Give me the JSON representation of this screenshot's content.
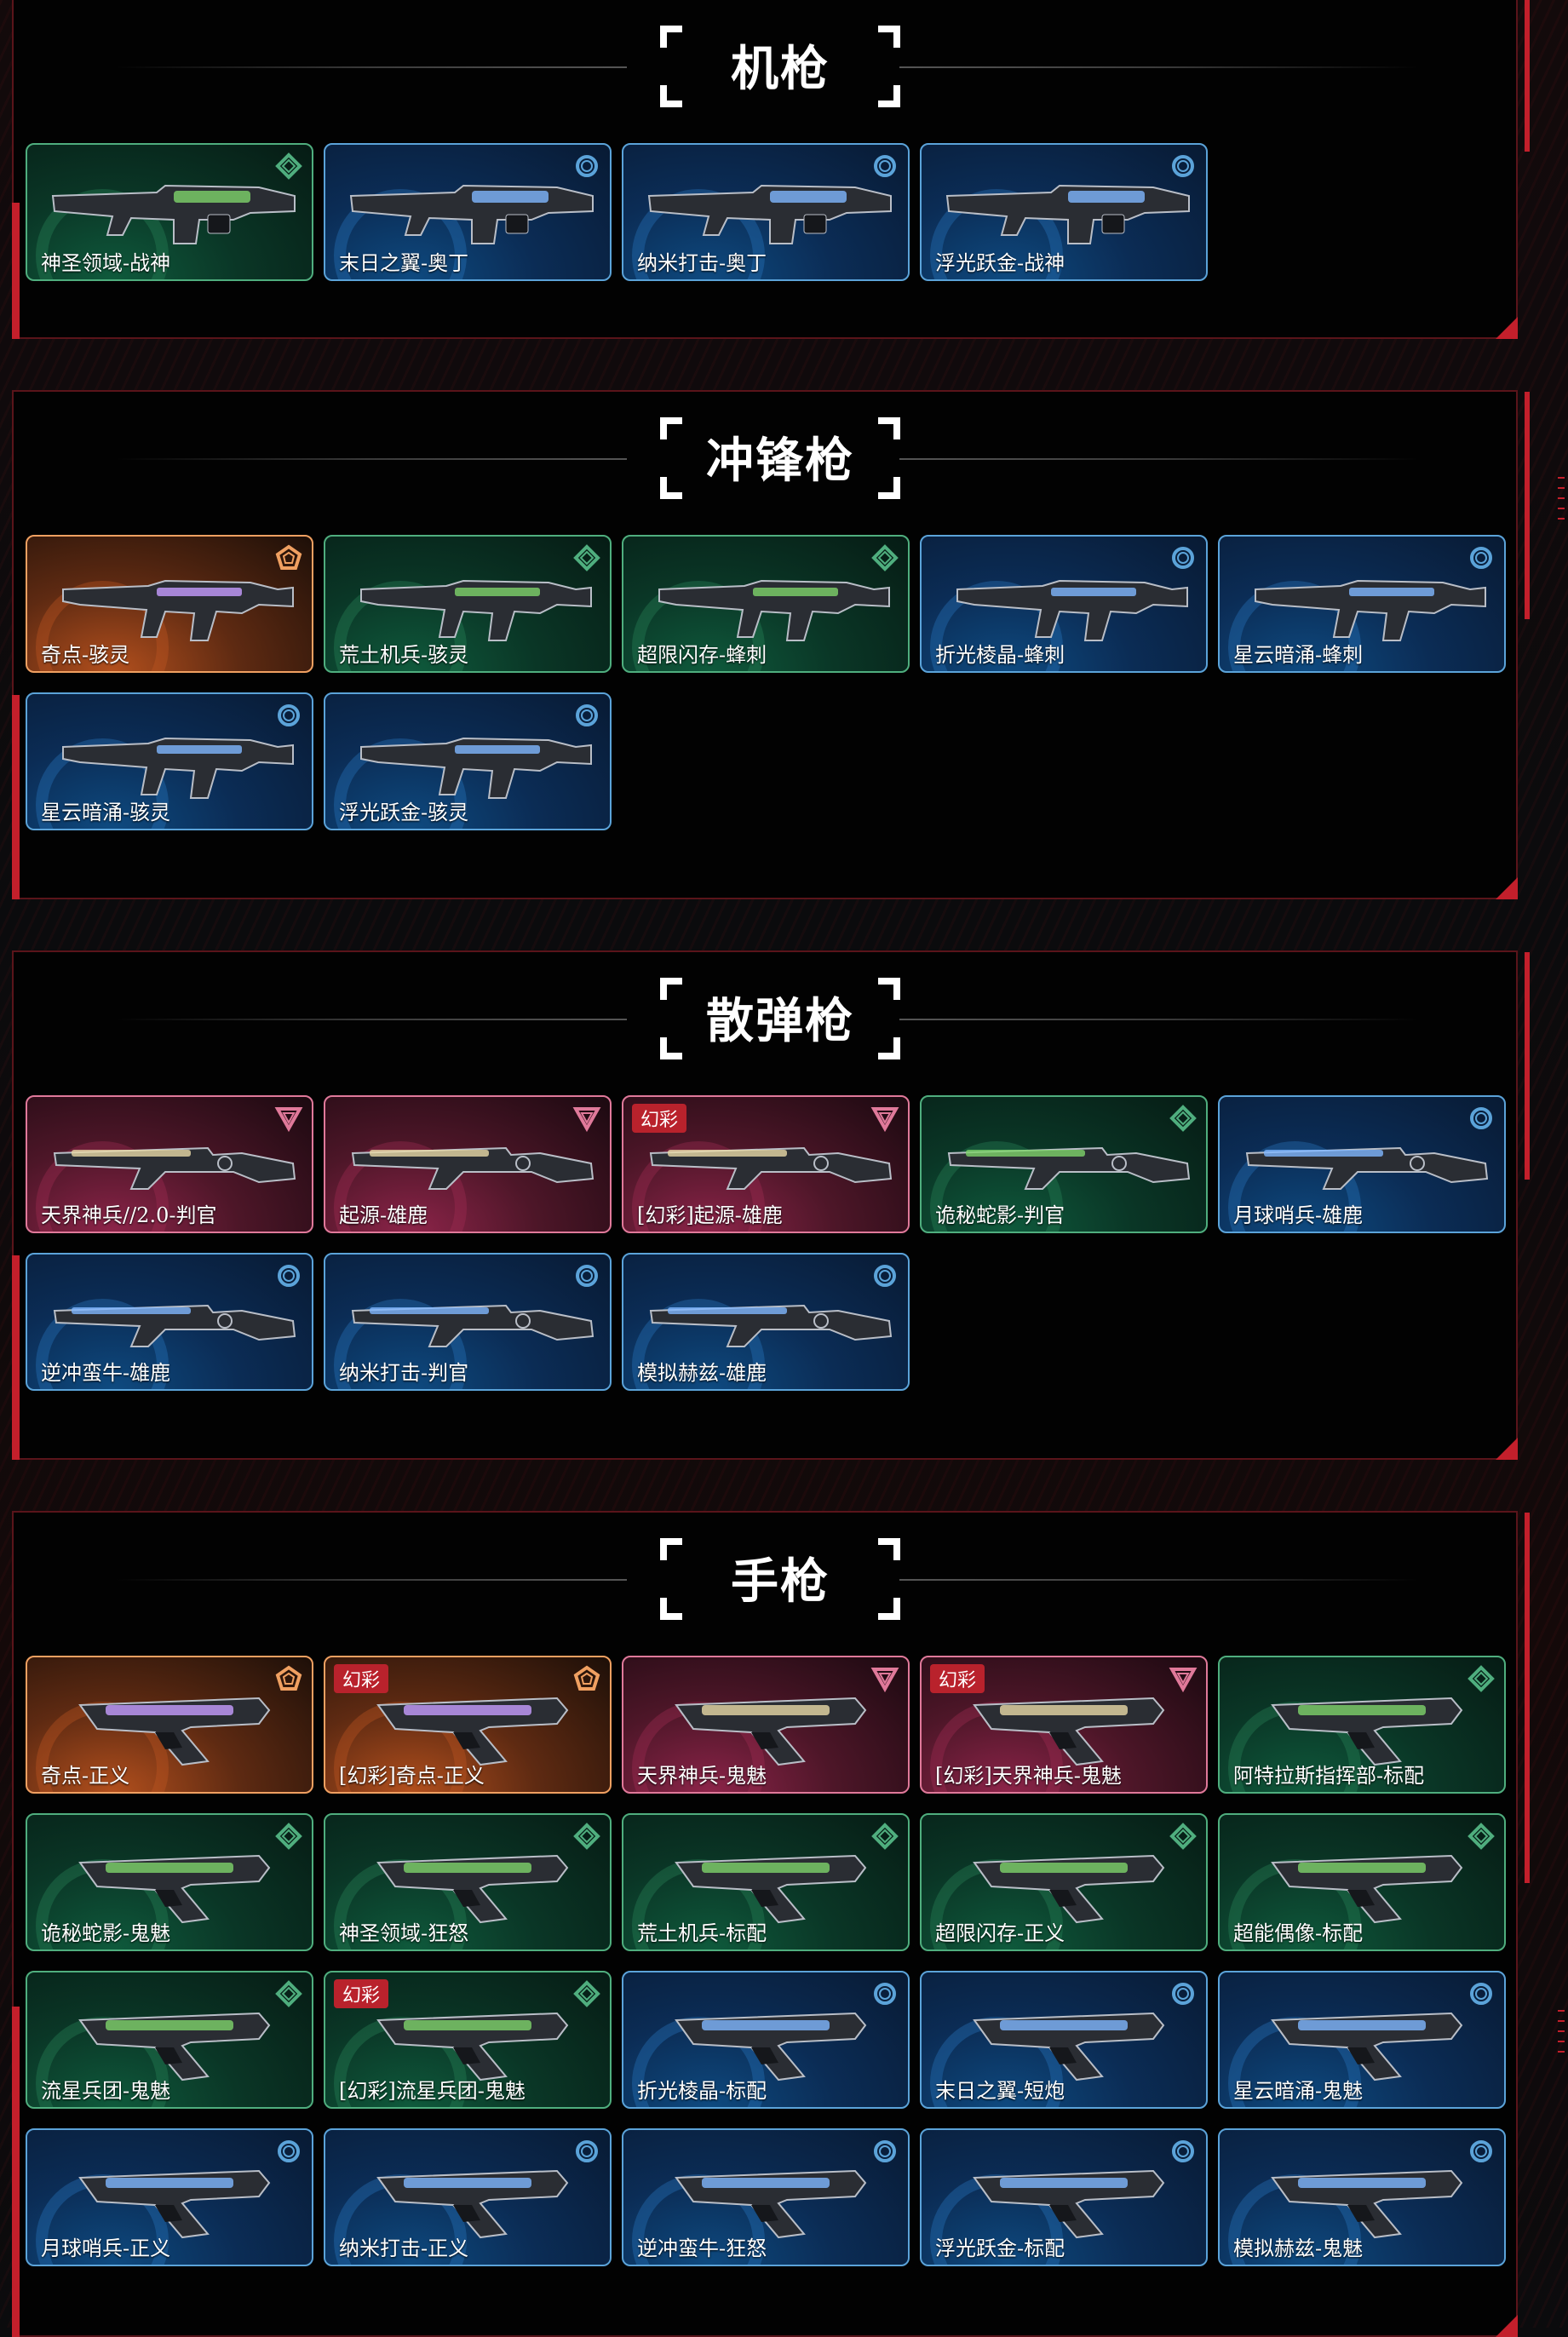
{
  "colors": {
    "blue": "#5ba3d9",
    "green": "#4fae7e",
    "orange": "#f0a061",
    "pink": "#e0799a",
    "accent_red": "#c31f2b",
    "badge_red": "#b9222c"
  },
  "sections": [
    {
      "title": "机枪",
      "items": [
        {
          "name": "神圣领域-战神",
          "tier": "green",
          "tier_icon": "hexagon-tier-icon",
          "weapon": "heavy"
        },
        {
          "name": "末日之翼-奥丁",
          "tier": "blue",
          "tier_icon": "circle-tier-icon",
          "weapon": "heavy"
        },
        {
          "name": "纳米打击-奥丁",
          "tier": "blue",
          "tier_icon": "circle-tier-icon",
          "weapon": "heavy"
        },
        {
          "name": "浮光跃金-战神",
          "tier": "blue",
          "tier_icon": "circle-tier-icon",
          "weapon": "heavy"
        }
      ]
    },
    {
      "title": "冲锋枪",
      "items": [
        {
          "name": "奇点-骇灵",
          "tier": "orange",
          "tier_icon": "pentagon-tier-icon",
          "weapon": "smg"
        },
        {
          "name": "荒土机兵-骇灵",
          "tier": "green",
          "tier_icon": "hexagon-tier-icon",
          "weapon": "smg"
        },
        {
          "name": "超限闪存-蜂刺",
          "tier": "green",
          "tier_icon": "hexagon-tier-icon",
          "weapon": "smg"
        },
        {
          "name": "折光棱晶-蜂刺",
          "tier": "blue",
          "tier_icon": "circle-tier-icon",
          "weapon": "smg"
        },
        {
          "name": "星云暗涌-蜂刺",
          "tier": "blue",
          "tier_icon": "circle-tier-icon",
          "weapon": "smg"
        },
        {
          "name": "星云暗涌-骇灵",
          "tier": "blue",
          "tier_icon": "circle-tier-icon",
          "weapon": "smg"
        },
        {
          "name": "浮光跃金-骇灵",
          "tier": "blue",
          "tier_icon": "circle-tier-icon",
          "weapon": "smg"
        }
      ]
    },
    {
      "title": "散弹枪",
      "items": [
        {
          "name": "天界神兵//2.0-判官",
          "tier": "pink",
          "tier_icon": "triangle-tier-icon",
          "weapon": "shotgun"
        },
        {
          "name": "起源-雄鹿",
          "tier": "pink",
          "tier_icon": "triangle-tier-icon",
          "weapon": "shotgun"
        },
        {
          "name": "[幻彩]起源-雄鹿",
          "tier": "pink",
          "tier_icon": "triangle-tier-icon",
          "weapon": "shotgun",
          "badge": "幻彩"
        },
        {
          "name": "诡秘蛇影-判官",
          "tier": "green",
          "tier_icon": "hexagon-tier-icon",
          "weapon": "shotgun"
        },
        {
          "name": "月球哨兵-雄鹿",
          "tier": "blue",
          "tier_icon": "circle-tier-icon",
          "weapon": "shotgun"
        },
        {
          "name": "逆冲蛮牛-雄鹿",
          "tier": "blue",
          "tier_icon": "circle-tier-icon",
          "weapon": "shotgun"
        },
        {
          "name": "纳米打击-判官",
          "tier": "blue",
          "tier_icon": "circle-tier-icon",
          "weapon": "shotgun"
        },
        {
          "name": "模拟赫兹-雄鹿",
          "tier": "blue",
          "tier_icon": "circle-tier-icon",
          "weapon": "shotgun"
        }
      ]
    },
    {
      "title": "手枪",
      "items": [
        {
          "name": "奇点-正义",
          "tier": "orange",
          "tier_icon": "pentagon-tier-icon",
          "weapon": "pistol"
        },
        {
          "name": "[幻彩]奇点-正义",
          "tier": "orange",
          "tier_icon": "pentagon-tier-icon",
          "weapon": "pistol",
          "badge": "幻彩"
        },
        {
          "name": "天界神兵-鬼魅",
          "tier": "pink",
          "tier_icon": "triangle-tier-icon",
          "weapon": "pistol"
        },
        {
          "name": "[幻彩]天界神兵-鬼魅",
          "tier": "pink",
          "tier_icon": "triangle-tier-icon",
          "weapon": "pistol",
          "badge": "幻彩"
        },
        {
          "name": "阿特拉斯指挥部-标配",
          "tier": "green",
          "tier_icon": "hexagon-tier-icon",
          "weapon": "pistol"
        },
        {
          "name": "诡秘蛇影-鬼魅",
          "tier": "green",
          "tier_icon": "hexagon-tier-icon",
          "weapon": "pistol"
        },
        {
          "name": "神圣领域-狂怒",
          "tier": "green",
          "tier_icon": "hexagon-tier-icon",
          "weapon": "pistol"
        },
        {
          "name": "荒土机兵-标配",
          "tier": "green",
          "tier_icon": "hexagon-tier-icon",
          "weapon": "pistol"
        },
        {
          "name": "超限闪存-正义",
          "tier": "green",
          "tier_icon": "hexagon-tier-icon",
          "weapon": "pistol"
        },
        {
          "name": "超能偶像-标配",
          "tier": "green",
          "tier_icon": "hexagon-tier-icon",
          "weapon": "pistol"
        },
        {
          "name": "流星兵团-鬼魅",
          "tier": "green",
          "tier_icon": "hexagon-tier-icon",
          "weapon": "pistol"
        },
        {
          "name": "[幻彩]流星兵团-鬼魅",
          "tier": "green",
          "tier_icon": "hexagon-tier-icon",
          "weapon": "pistol",
          "badge": "幻彩"
        },
        {
          "name": "折光棱晶-标配",
          "tier": "blue",
          "tier_icon": "circle-tier-icon",
          "weapon": "pistol"
        },
        {
          "name": "末日之翼-短炮",
          "tier": "blue",
          "tier_icon": "circle-tier-icon",
          "weapon": "pistol"
        },
        {
          "name": "星云暗涌-鬼魅",
          "tier": "blue",
          "tier_icon": "circle-tier-icon",
          "weapon": "pistol"
        },
        {
          "name": "月球哨兵-正义",
          "tier": "blue",
          "tier_icon": "circle-tier-icon",
          "weapon": "pistol"
        },
        {
          "name": "纳米打击-正义",
          "tier": "blue",
          "tier_icon": "circle-tier-icon",
          "weapon": "pistol"
        },
        {
          "name": "逆冲蛮牛-狂怒",
          "tier": "blue",
          "tier_icon": "circle-tier-icon",
          "weapon": "pistol"
        },
        {
          "name": "浮光跃金-标配",
          "tier": "blue",
          "tier_icon": "circle-tier-icon",
          "weapon": "pistol"
        },
        {
          "name": "模拟赫兹-鬼魅",
          "tier": "blue",
          "tier_icon": "circle-tier-icon",
          "weapon": "pistol"
        }
      ]
    }
  ]
}
